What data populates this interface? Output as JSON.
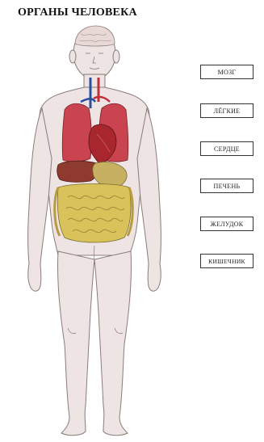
{
  "title": "ОРГАНЫ ЧЕЛОВЕКА",
  "labels": {
    "brain": "МОЗГ",
    "lungs": "ЛЁГКИЕ",
    "heart": "СЕРДЦЕ",
    "liver": "ПЕЧЕНЬ",
    "stomach": "ЖЕЛУДОК",
    "intestine": "КИШЕЧНИК"
  },
  "colors": {
    "skin": "#ede4e3",
    "outline": "#8a7c7a",
    "brain": "#e8d8d6",
    "lungs": "#c9444f",
    "heart": "#a8262e",
    "liver": "#8e3a2e",
    "stomach": "#c8b062",
    "intestine": "#d9c25a",
    "vessels_blue": "#2a4fa0",
    "vessels_red": "#c0303a"
  }
}
